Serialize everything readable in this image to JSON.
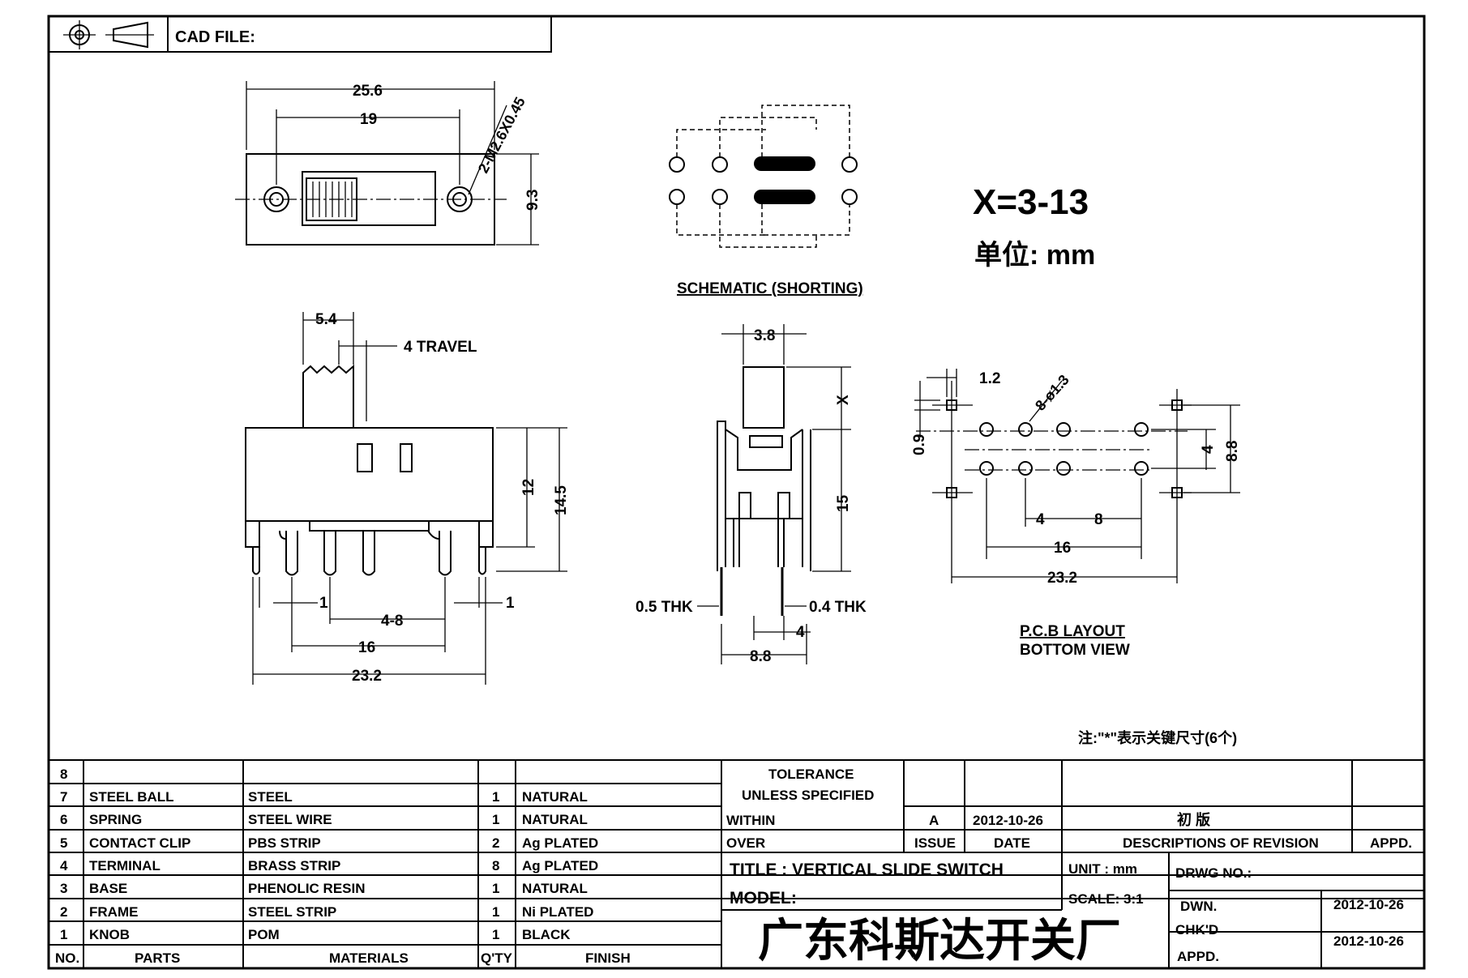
{
  "header": {
    "cad_file_label": "CAD FILE:",
    "projection_symbol": "first-angle-projection-icon"
  },
  "views": {
    "top": {
      "dim_overall": "25.6",
      "dim_holes": "19",
      "dim_height": "9.3",
      "dim_holes_note": "2-M2.6X0.45"
    },
    "side": {
      "dim_knob": "5.4",
      "dim_travel": "4  TRAVEL",
      "dim_12": "12",
      "dim_145": "14.5",
      "dim_1_left": "1",
      "dim_1_right": "1",
      "dim_48": "4-8",
      "dim_16": "16",
      "dim_232": "23.2"
    },
    "end": {
      "dim_38": "3.8",
      "dim_x": "X",
      "dim_15": "15",
      "dim_05thk": "0.5  THK",
      "dim_04thk": "0.4  THK",
      "dim_4": "4",
      "dim_88": "8.8"
    },
    "schematic": {
      "label": "SCHEMATIC (SHORTING)"
    },
    "pcb": {
      "dim_12": "1.2",
      "dim_holes": "8-ø1.3",
      "dim_09": "0.9",
      "dim_4v": "4",
      "dim_88": "8.8",
      "dim_4h": "4",
      "dim_8": "8",
      "dim_16": "16",
      "dim_232": "23.2",
      "label1": "P.C.B LAYOUT",
      "label2": "BOTTOM VIEW"
    },
    "info": {
      "x_range": "X=3-13",
      "unit": "单位: mm",
      "note": "注:\"*\"表示关键尺寸(6个)"
    }
  },
  "bom": {
    "headers": [
      "NO.",
      "PARTS",
      "MATERIALS",
      "Q'TY",
      "FINISH"
    ],
    "rows": [
      {
        "no": "8",
        "part": "",
        "material": "",
        "qty": "",
        "finish": ""
      },
      {
        "no": "7",
        "part": "STEEL BALL",
        "material": "STEEL",
        "qty": "1",
        "finish": "NATURAL"
      },
      {
        "no": "6",
        "part": "SPRING",
        "material": "STEEL WIRE",
        "qty": "1",
        "finish": "NATURAL"
      },
      {
        "no": "5",
        "part": "CONTACT CLIP",
        "material": "PBS STRIP",
        "qty": "2",
        "finish": "Ag PLATED"
      },
      {
        "no": "4",
        "part": "TERMINAL",
        "material": "BRASS STRIP",
        "qty": "8",
        "finish": "Ag PLATED"
      },
      {
        "no": "3",
        "part": "BASE",
        "material": "PHENOLIC RESIN",
        "qty": "1",
        "finish": "NATURAL"
      },
      {
        "no": "2",
        "part": "FRAME",
        "material": "STEEL STRIP",
        "qty": "1",
        "finish": "Ni PLATED"
      },
      {
        "no": "1",
        "part": "KNOB",
        "material": "POM",
        "qty": "1",
        "finish": "BLACK"
      }
    ]
  },
  "tolerance": {
    "title": "TOLERANCE",
    "subtitle": "UNLESS  SPECIFIED",
    "within": "WITHIN",
    "over": "OVER"
  },
  "revision": {
    "issue": "A",
    "date": "2012-10-26",
    "description": "初  版",
    "issue_header": "ISSUE",
    "date_header": "DATE",
    "desc_header": "DESCRIPTIONS OF REVISION",
    "appd_header": "APPD."
  },
  "title_block": {
    "title": "TITLE :  VERTICAL  SLIDE  SWITCH",
    "unit": "UNIT :  mm",
    "drwg_no": "DRWG NO.:",
    "model": "MODEL:",
    "scale": "SCALE:  3:1",
    "dwn": "DWN.",
    "dwn_date": "2012-10-26",
    "chkd": "CHK'D",
    "chkd_date": "2012-10-26",
    "appd": "APPD.",
    "company": "广东科斯达开关厂"
  }
}
